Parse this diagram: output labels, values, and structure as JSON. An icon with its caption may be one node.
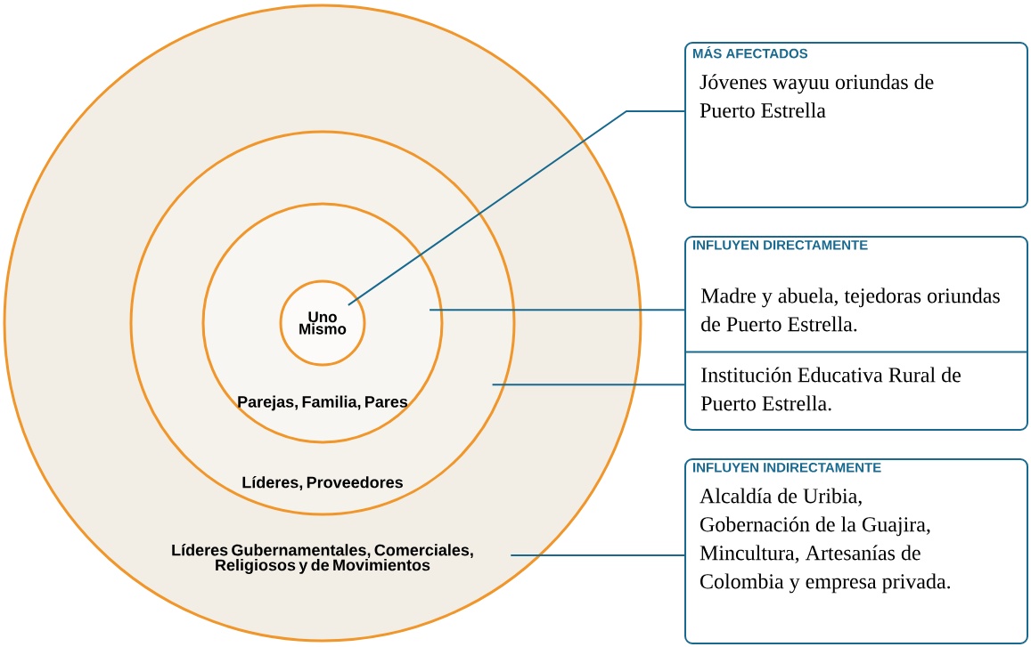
{
  "diagram": {
    "nodes": [
      {
        "text": [
          "Líderes Gubernamentales, Comerciales, Religiosos y de Movimientos"
        ]
      },
      {
        "text": [
          "Líderes, Proveedores"
        ],
        "in": 0
      },
      {
        "text": [
          "Parejas, Familia, Pares"
        ],
        "in": 1
      },
      {
        "text": [
          "Uno Mismo"
        ],
        "in": 2
      },
      {
        "text": [
          "MÁS AFECTADOS",
          "Jóvenes wayuu oriundas de Puerto Estrella"
        ]
      },
      {
        "text": [
          "INFLUYEN DIRECTAMENTE"
        ]
      },
      {
        "text": [
          "Madre y abuela, tejedoras oriundas de Puerto Estrella."
        ],
        "in": 5
      },
      {
        "text": [
          "Institución Educativa Rural de Puerto Estrella."
        ],
        "in": 5
      },
      {
        "text": [
          "INFLUYEN INDIRECTAMENTE",
          "Alcaldía de Uribia, Gobernación de la Guajira, Mincultura, Artesanías de Colombia y empresa privada."
        ]
      }
    ],
    "edges": [
      {
        "from": 3,
        "to": 4,
        "arrow": "none"
      },
      {
        "from": 2,
        "to": 6,
        "arrow": "none"
      },
      {
        "from": 1,
        "to": 7,
        "arrow": "none"
      },
      {
        "from": 0,
        "to": 8,
        "arrow": "none"
      }
    ]
  }
}
